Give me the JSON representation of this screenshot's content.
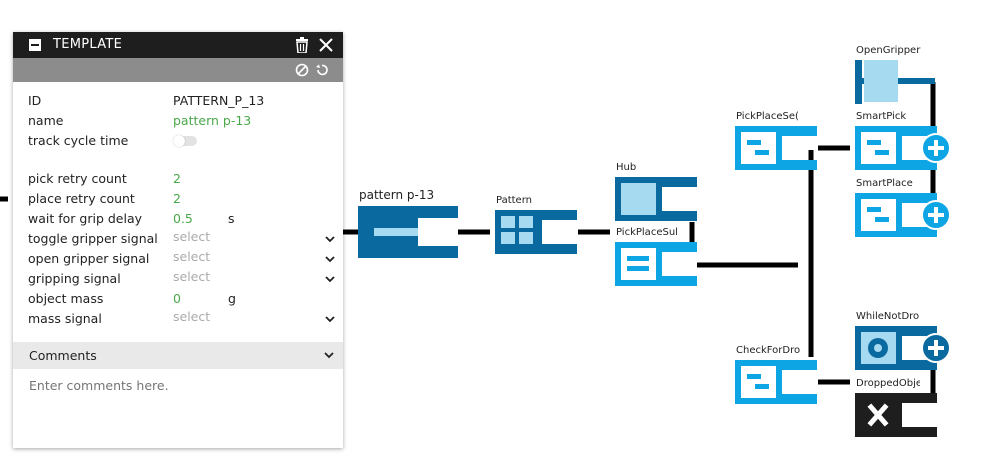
{
  "panel": {
    "title": "TEMPLATE",
    "properties": [
      {
        "key": "ID",
        "value": "PATTERN_P_13",
        "style": "normal"
      },
      {
        "key": "name",
        "value": "pattern p-13",
        "style": "green"
      },
      {
        "key": "track cycle time",
        "value": "",
        "style": "toggle"
      },
      {
        "key": "pick retry count",
        "value": "2",
        "style": "green"
      },
      {
        "key": "place retry count",
        "value": "2",
        "style": "green"
      },
      {
        "key": "wait for grip delay",
        "value": "0.5",
        "unit": "s",
        "style": "green"
      },
      {
        "key": "toggle gripper signal",
        "value": "select",
        "style": "select"
      },
      {
        "key": "open gripper signal",
        "value": "select",
        "style": "select"
      },
      {
        "key": "gripping signal",
        "value": "select",
        "style": "select"
      },
      {
        "key": "object mass",
        "value": "0",
        "unit": "g",
        "style": "green"
      },
      {
        "key": "mass signal",
        "value": "select",
        "style": "select"
      }
    ],
    "comments_title": "Comments",
    "comments_placeholder": "Enter comments here."
  },
  "graph": {
    "nodes": [
      {
        "id": "pattern-p13",
        "label": "pattern p-13"
      },
      {
        "id": "pattern",
        "label": "Pattern"
      },
      {
        "id": "hub",
        "label": "Hub"
      },
      {
        "id": "pickplacesub",
        "label": "PickPlaceSul"
      },
      {
        "id": "pickplaceseq",
        "label": "PickPlaceSe("
      },
      {
        "id": "checkfordrop",
        "label": "CheckForDro"
      },
      {
        "id": "opengripper",
        "label": "OpenGripper"
      },
      {
        "id": "smartpick",
        "label": "SmartPick"
      },
      {
        "id": "smartplace",
        "label": "SmartPlace"
      },
      {
        "id": "whilenotdrop",
        "label": "WhileNotDro"
      },
      {
        "id": "droppedobject",
        "label": "DroppedObje"
      }
    ]
  },
  "colors": {
    "dark_blue": "#0a6aa0",
    "light_blue": "#0ea5e4",
    "pale_blue": "#a6daf0",
    "black": "#000000"
  }
}
